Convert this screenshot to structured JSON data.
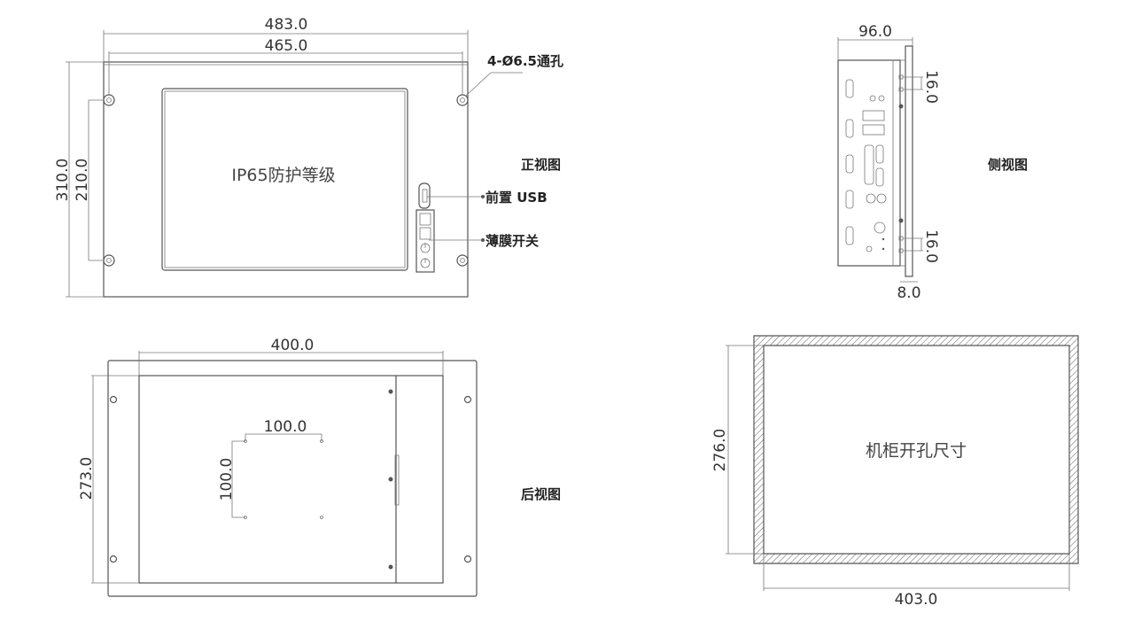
{
  "front_view": {
    "title": "正视图",
    "width_outer": "483.0",
    "width_holes": "465.0",
    "height_outer": "310.0",
    "height_holes": "210.0",
    "hole_note": "4-Ø6.5通孔",
    "screen_label": "IP65防护等级",
    "usb_label": "前置 USB",
    "membrane_label": "薄膜开关"
  },
  "side_view": {
    "title": "侧视图",
    "depth": "96.0",
    "hole_spacing_top": "16.0",
    "hole_spacing_bottom": "16.0",
    "panel_thickness": "8.0"
  },
  "rear_view": {
    "title": "后视图",
    "body_width": "400.0",
    "body_height": "273.0",
    "vesa_width": "100.0",
    "vesa_height": "100.0"
  },
  "cutout": {
    "title": "机柜开孔尺寸",
    "height": "276.0",
    "width": "403.0"
  }
}
